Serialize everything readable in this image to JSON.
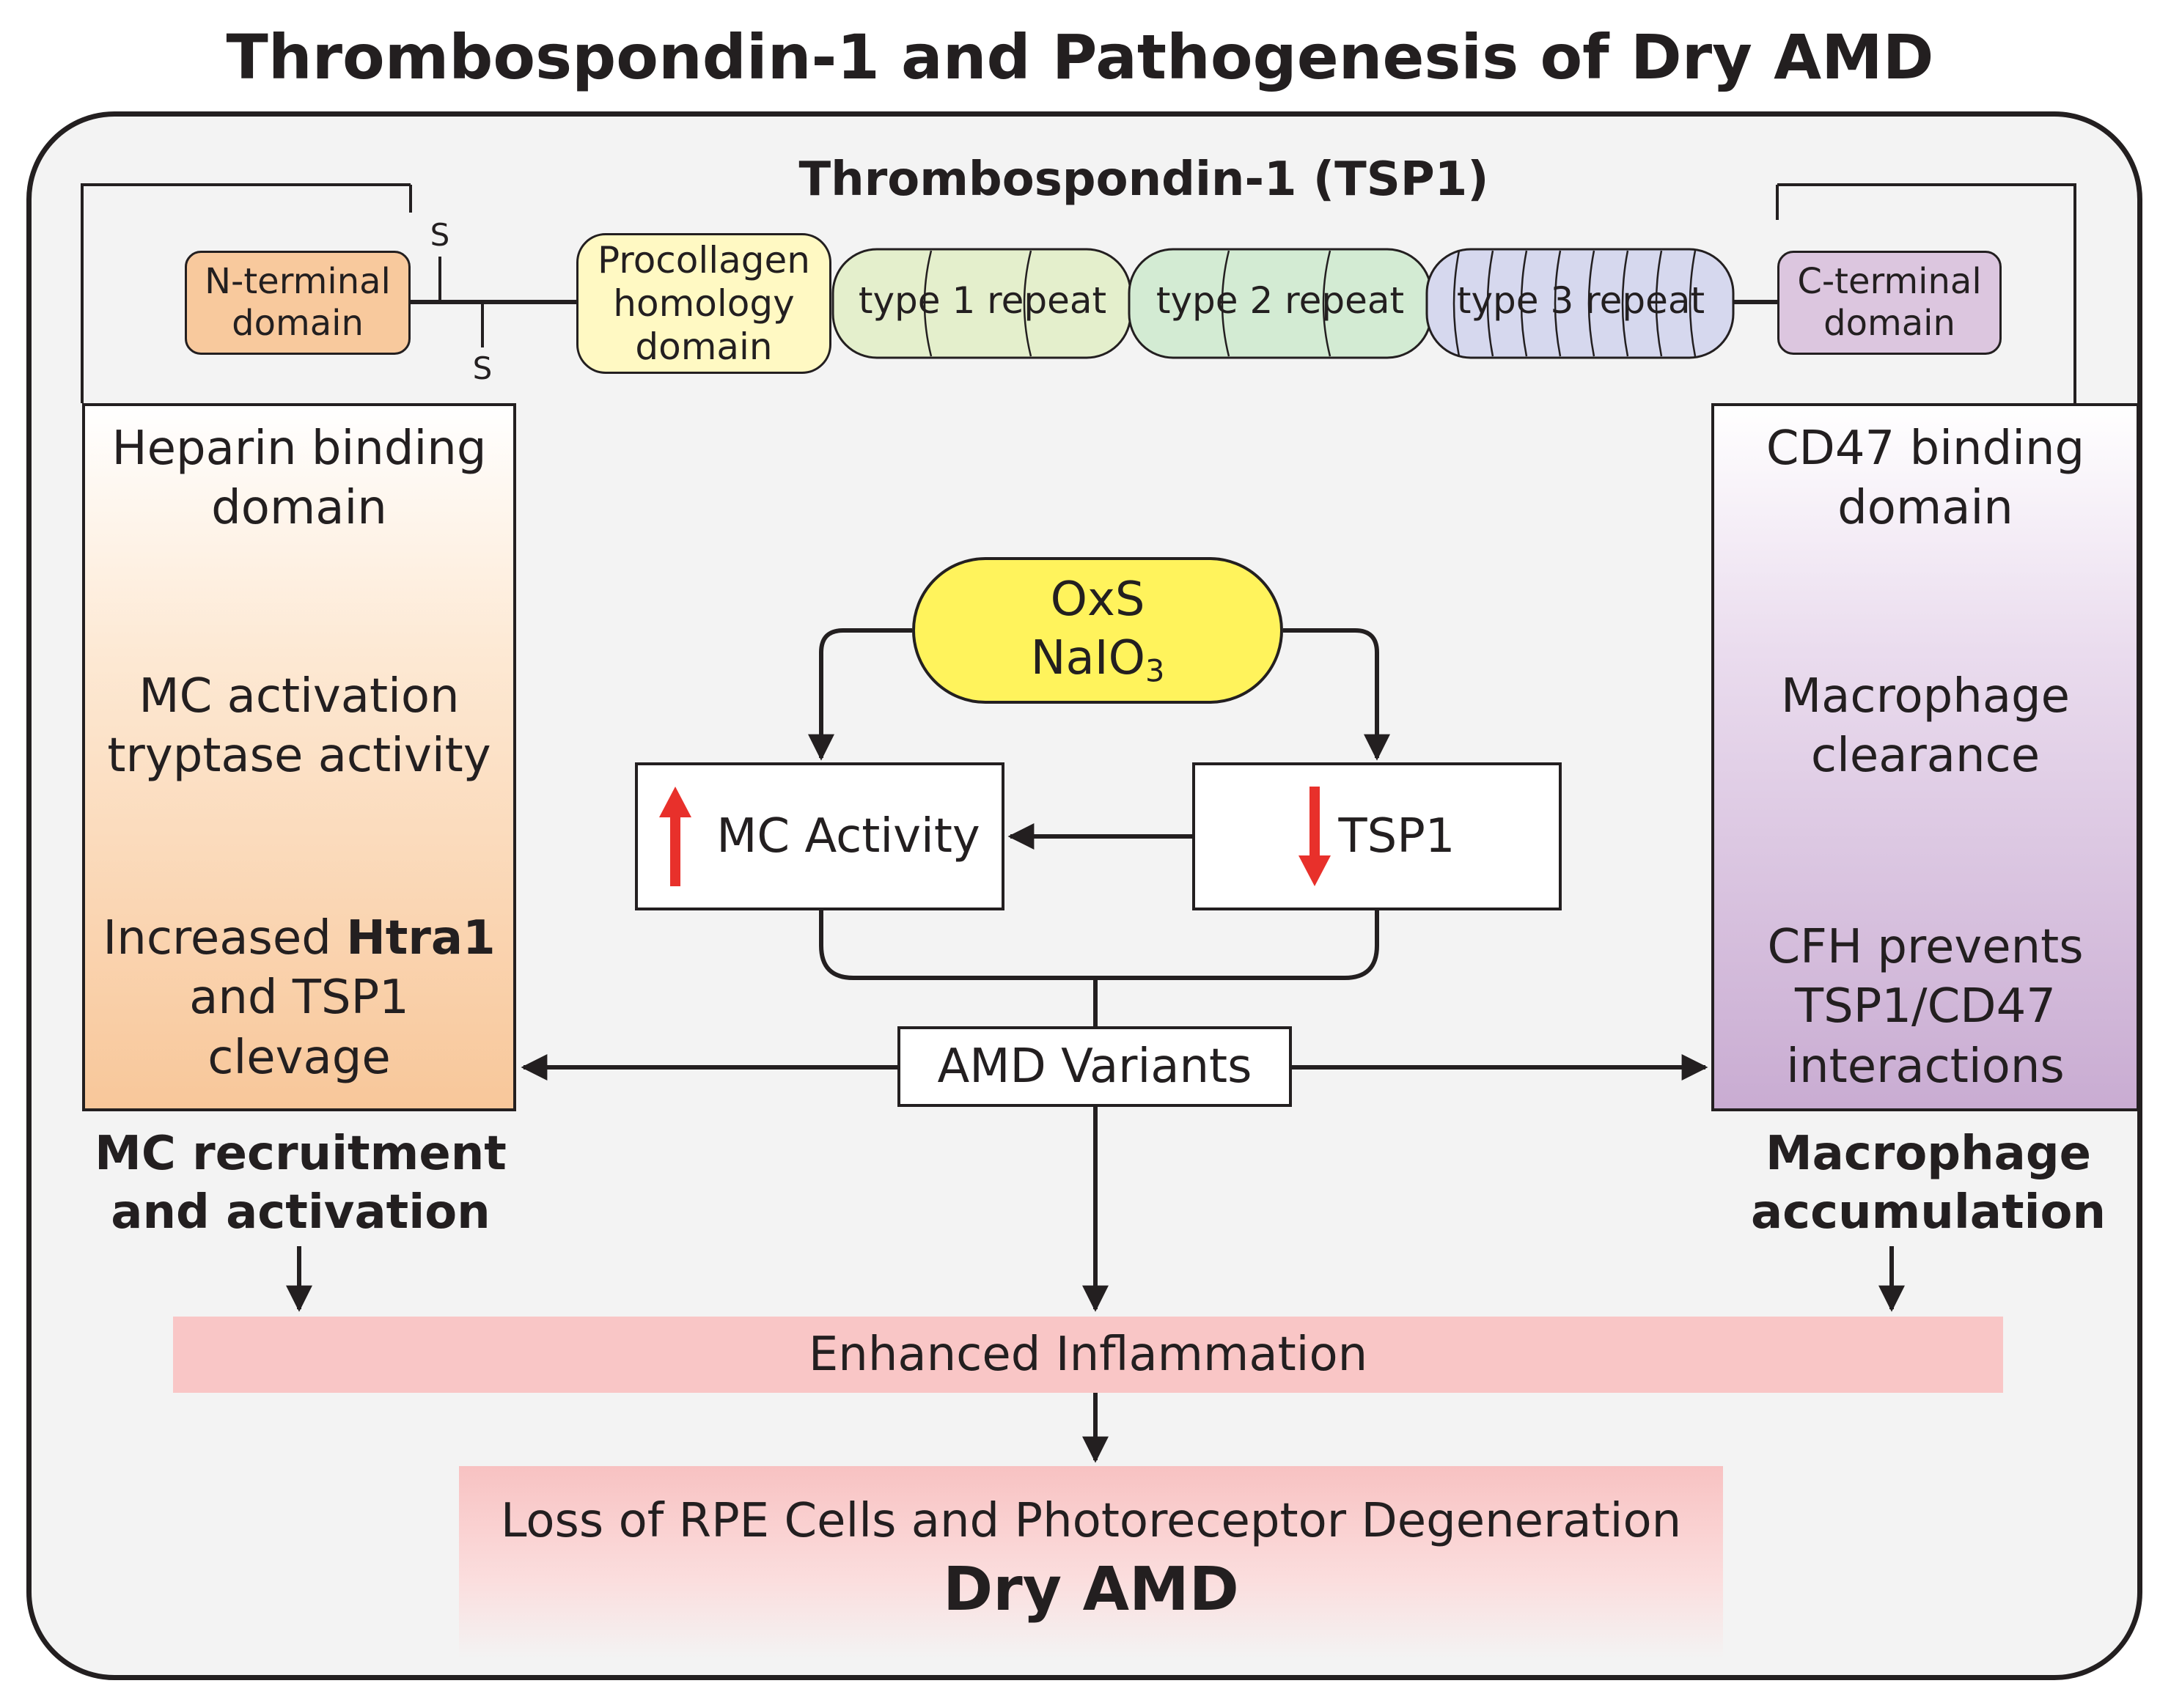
{
  "title": "Thrombospondin-1 and Pathogenesis of Dry AMD",
  "protein": {
    "title": "Thrombospondin-1 (TSP1)",
    "n_terminal": [
      "N-terminal",
      "domain"
    ],
    "procollagen": [
      "Procollagen",
      "homology",
      "domain"
    ],
    "repeat1": "type 1 repeat",
    "repeat2": "type 2 repeat",
    "repeat3": "type 3 repeat",
    "c_terminal": [
      "C-terminal",
      "domain"
    ],
    "disulfide_label": "S"
  },
  "left": {
    "heparin": [
      "Heparin binding",
      "domain"
    ],
    "mc_activation": [
      "MC activation",
      "tryptase activity"
    ],
    "increased_prefix": "Increased ",
    "increased_bold": "Htra1",
    "increased_rest": [
      "and TSP1",
      "clevage"
    ],
    "caption": [
      "MC recruitment",
      "and activation"
    ]
  },
  "right": {
    "cd47": [
      "CD47 binding",
      "domain"
    ],
    "macrophage_clearance": [
      "Macrophage",
      "clearance"
    ],
    "cfh": [
      "CFH prevents",
      "TSP1/CD47",
      "interactions"
    ],
    "caption": [
      "Macrophage",
      "accumulation"
    ]
  },
  "center": {
    "oxs": "OxS",
    "naio_base": "NaIO",
    "naio_sub": "3",
    "mc_activity": "MC Activity",
    "tsp1": "TSP1",
    "amd_variants": "AMD Variants"
  },
  "bottom": {
    "enhanced": "Enhanced Inflammation",
    "loss": "Loss of RPE Cells and Photoreceptor Degeneration",
    "dry_amd": "Dry AMD"
  },
  "colors": {
    "n_terminal": "#f8c99d",
    "procollagen": "#fff9c3",
    "repeat1": "#e4efcc",
    "repeat2": "#d3ebd3",
    "repeat3": "#d6d8ee",
    "c_terminal": "#dcc6df",
    "oxs": "#fff35c",
    "up_arrow": "#e8302b",
    "down_arrow": "#e8302b",
    "inflammation": "#f9c6c6"
  }
}
